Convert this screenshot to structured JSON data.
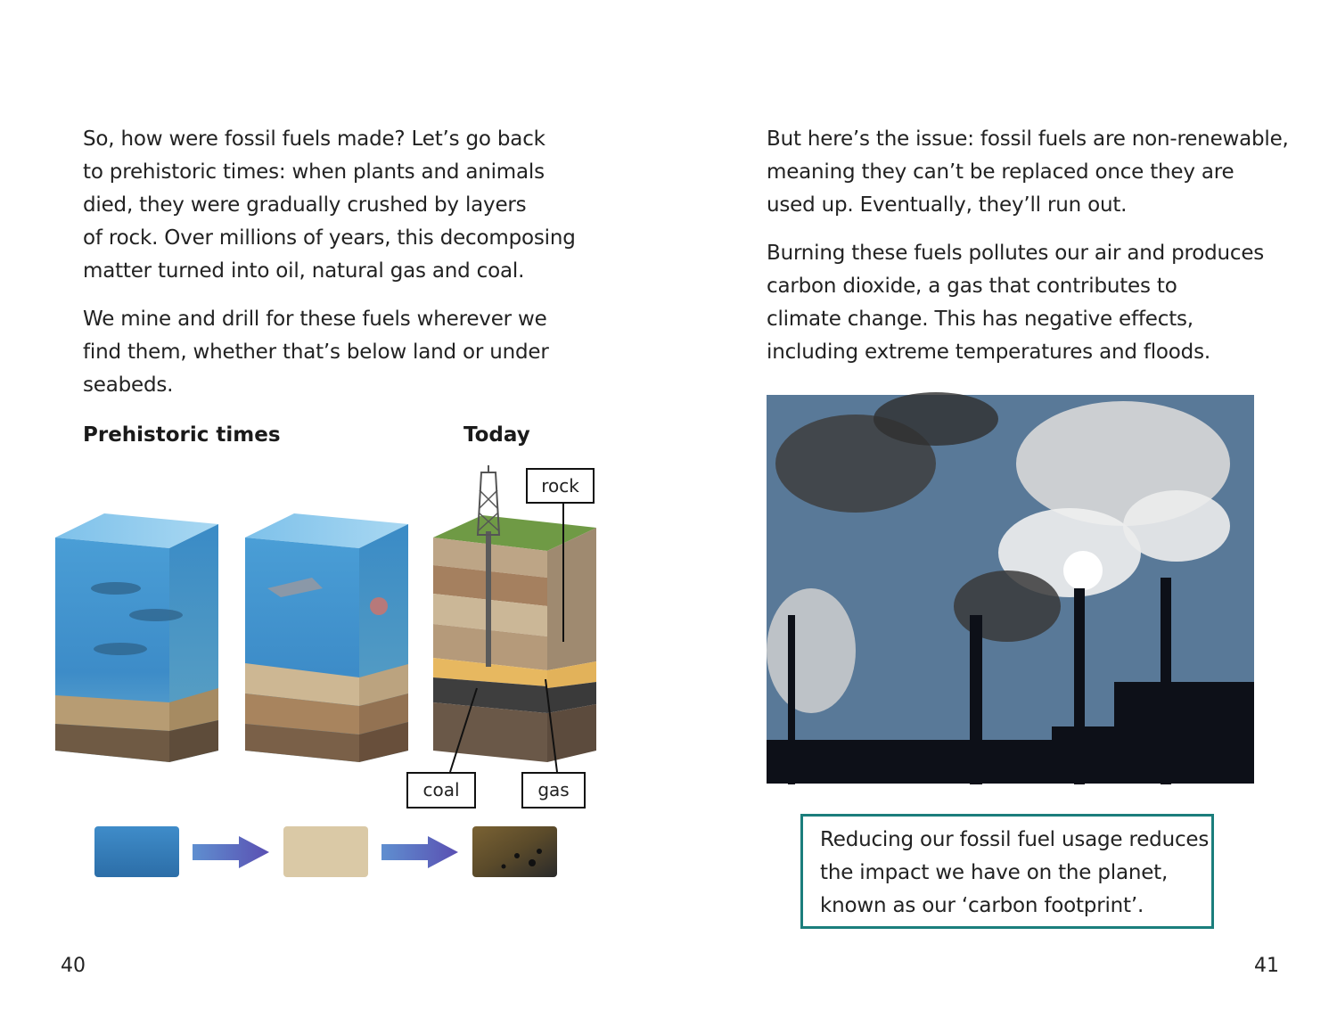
{
  "left_page": {
    "paragraph1": [
      "So, how were fossil fuels made? Let’s go back",
      "to prehistoric times: when plants and animals",
      "died, they were gradually crushed by layers",
      "of rock. Over millions of years, this decomposing",
      "matter turned into oil, natural gas and coal."
    ],
    "paragraph2": [
      "We mine and drill for these fuels wherever we",
      "find them, whether that’s below land or under",
      "seabeds."
    ],
    "heading_prehistoric": "Prehistoric times",
    "heading_today": "Today",
    "labels": {
      "rock": "rock",
      "coal": "coal",
      "gas": "gas"
    },
    "page_number": "40"
  },
  "right_page": {
    "paragraph1": [
      "But here’s the issue: fossil fuels are non-renewable,",
      "meaning they can’t be replaced once they are",
      "used up. Eventually, they’ll run out."
    ],
    "paragraph2": [
      "Burning these fuels pollutes our air and produces",
      "carbon dioxide, a gas that contributes to",
      "climate change. This has negative effects,",
      "including extreme temperatures and floods."
    ],
    "callout": [
      "Reducing our fossil fuel usage reduces",
      "the impact we have on the planet,",
      "known as our ‘carbon footprint’."
    ],
    "page_number": "41"
  },
  "colors": {
    "callout_border": "#1b7e7c",
    "arrow": "#5a6fc4"
  }
}
